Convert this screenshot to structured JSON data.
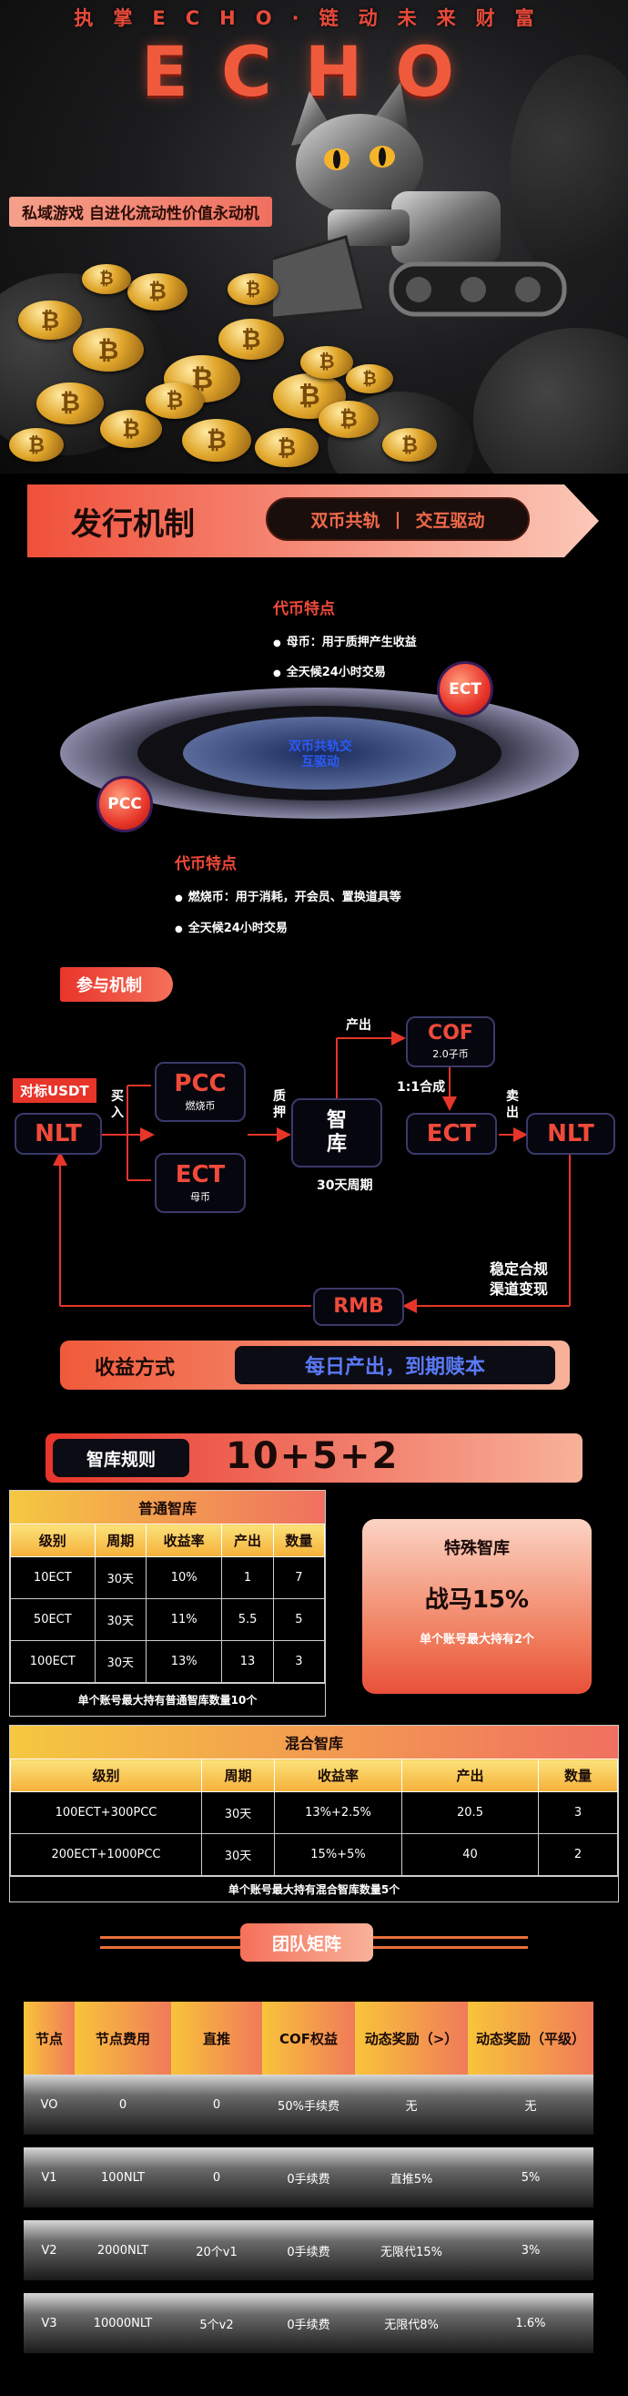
{
  "hero": {
    "slogan": "执掌ECHO·链动未来财富",
    "logo": "ECHO",
    "tagline": "私域游戏 自进化流动性价值永动机",
    "coin_symbol": "₿"
  },
  "issuance": {
    "title": "发行机制",
    "pill_left": "双币共轨",
    "pill_sep": "|",
    "pill_right": "交互驱动",
    "ect_features": {
      "title": "代币特点",
      "lines": [
        "母币：用于质押产生收益",
        "全天候24小时交易"
      ]
    },
    "center_label": "双币共轨交互驱动",
    "pcc_features": {
      "title": "代币特点",
      "lines": [
        "燃烧币：用于消耗，开会员、置换道具等",
        "全天候24小时交易"
      ]
    },
    "ect_bubble": "ECT",
    "pcc_bubble": "PCC"
  },
  "participate": {
    "title": "参与机制",
    "usdt_tag": "对标USDT",
    "nlt_left": "NLT",
    "buy": "买入",
    "pcc": {
      "name": "PCC",
      "sub": "燃烧币"
    },
    "ect": {
      "name": "ECT",
      "sub": "母币"
    },
    "stake": "质押",
    "vault": "智库",
    "period": "30天周期",
    "produce": "产出",
    "cof": {
      "name": "COF",
      "sub": "2.0子币"
    },
    "synth": "1:1合成",
    "ect_right": "ECT",
    "sell": "卖出",
    "nlt_right": "NLT",
    "compliance": "稳定合规",
    "cash": "渠道变现",
    "rmb": "RMB"
  },
  "income": {
    "label": "收益方式",
    "value": "每日产出，到期赎本"
  },
  "vault_rule": {
    "label": "智库规则",
    "value": "10+5+2"
  },
  "normal_table": {
    "caption": "普通智库",
    "headers": [
      "级别",
      "周期",
      "收益率",
      "产出",
      "数量"
    ],
    "rows": [
      [
        "10ECT",
        "30天",
        "10%",
        "1",
        "7"
      ],
      [
        "50ECT",
        "30天",
        "11%",
        "5.5",
        "5"
      ],
      [
        "100ECT",
        "30天",
        "13%",
        "13",
        "3"
      ]
    ],
    "footer": "单个账号最大持有普通智库数量10个"
  },
  "special": {
    "title": "特殊智库",
    "value": "战马15%",
    "note": "单个账号最大持有2个"
  },
  "mixed_table": {
    "caption": "混合智库",
    "headers": [
      "级别",
      "周期",
      "收益率",
      "产出",
      "数量"
    ],
    "rows": [
      [
        "100ECT+300PCC",
        "30天",
        "13%+2.5%",
        "20.5",
        "3"
      ],
      [
        "200ECT+1000PCC",
        "30天",
        "15%+5%",
        "40",
        "2"
      ]
    ],
    "footer": "单个账号最大持有混合智库数量5个"
  },
  "team": {
    "title": "团队矩阵",
    "headers": [
      "节点",
      "节点费用",
      "直推",
      "COF权益",
      "动态奖励（>）",
      "动态奖励（平级）"
    ],
    "rows": [
      [
        "VO",
        "0",
        "0",
        "50%手续费",
        "无",
        "无"
      ],
      [
        "V1",
        "100NLT",
        "0",
        "0手续费",
        "直推5%",
        "5%"
      ],
      [
        "V2",
        "2000NLT",
        "20个v1",
        "0手续费",
        "无限代15%",
        "3%"
      ],
      [
        "V3",
        "10000NLT",
        "5个v2",
        "0手续费",
        "无限代8%",
        "1.6%"
      ]
    ]
  },
  "colors": {
    "accent": "#e8352a",
    "gold": "#f5c840",
    "blue": "#5a7af8"
  }
}
